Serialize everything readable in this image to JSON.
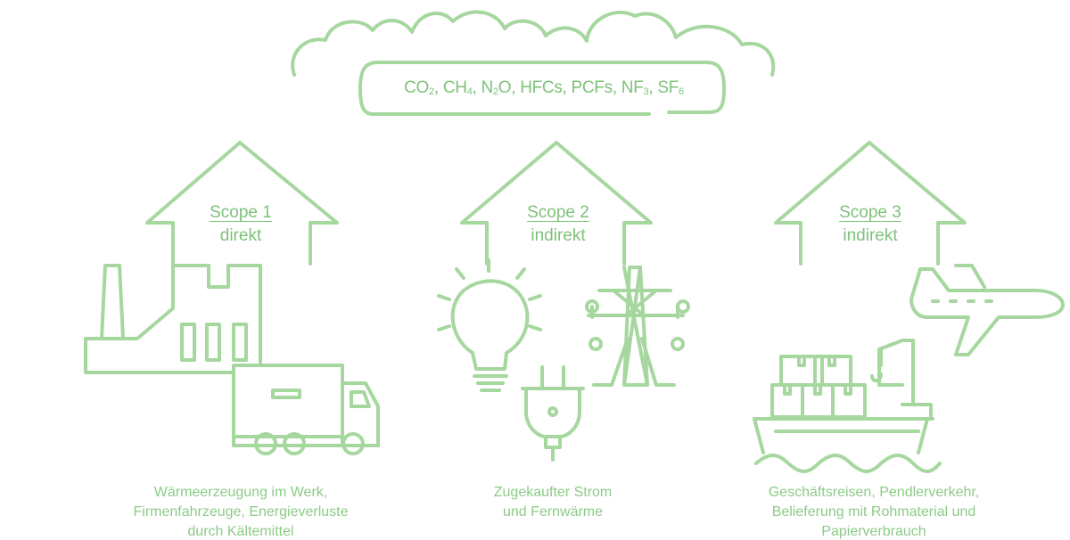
{
  "gases": [
    {
      "base": "CO",
      "sub": "2"
    },
    {
      "base": "CH",
      "sub": "4"
    },
    {
      "base": "N",
      "sub": "2",
      "post": "O"
    },
    {
      "base": "HFCs",
      "sub": ""
    },
    {
      "base": "PCFs",
      "sub": ""
    },
    {
      "base": "NF",
      "sub": "3"
    },
    {
      "base": "SF",
      "sub": "6"
    }
  ],
  "scopes": [
    {
      "title": "Scope 1",
      "subtitle": "direkt",
      "caption": [
        "Wärmeerzeugung im Werk,",
        "Firmenfahrzeuge, Energieverluste",
        "durch Kältemittel"
      ]
    },
    {
      "title": "Scope 2",
      "subtitle": "indirekt",
      "caption": [
        "Zugekaufter Strom",
        "und Fernwärme"
      ]
    },
    {
      "title": "Scope 3",
      "subtitle": "indirekt",
      "caption": [
        "Geschäftsreisen, Pendlerverkehr,",
        "Belieferung mit Rohmaterial und",
        "Papierverbrauch"
      ]
    }
  ],
  "icons": [
    "cloud-icon",
    "factory-icon",
    "truck-icon",
    "light-bulb-icon",
    "power-plug-icon",
    "power-pylon-icon",
    "airplane-icon",
    "cargo-ship-icon"
  ],
  "colors": {
    "line": "#a6d79f",
    "text": "#7ec27a"
  }
}
